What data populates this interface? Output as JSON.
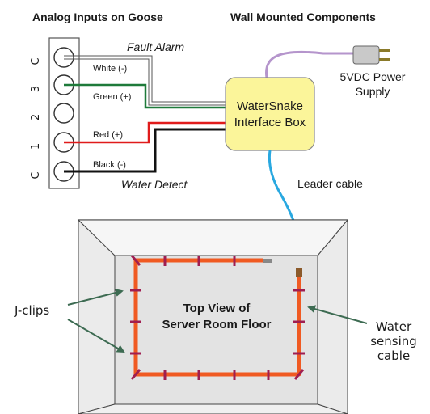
{
  "headings": {
    "left": "Analog Inputs on Goose",
    "right": "Wall Mounted Components"
  },
  "terminal_labels": [
    "C",
    "3",
    "2",
    "1",
    "C"
  ],
  "wires": {
    "white": "White (-)",
    "green": "Green (+)",
    "red": "Red (+)",
    "black": "Black (-)"
  },
  "signals": {
    "fault_alarm": "Fault Alarm",
    "water_detect": "Water Detect"
  },
  "interface_box": {
    "line1": "WaterSnake",
    "line2": "Interface Box"
  },
  "power_supply": {
    "line1": "5VDC Power",
    "line2": "Supply"
  },
  "leader_cable": "Leader cable",
  "floor": {
    "line1": "Top View of",
    "line2": "Server Room Floor"
  },
  "callouts": {
    "jclips": "J-clips",
    "sensing_line1": "Water",
    "sensing_line2": "sensing",
    "sensing_line3": "cable"
  },
  "colors": {
    "box_fill": "#fbf59a",
    "wire_green": "#1e7a3a",
    "wire_red": "#e01b1b",
    "wire_black": "#111111",
    "power_cord": "#b595cc",
    "leader_cable": "#29a8e0",
    "sensing_cable": "#f05a22",
    "jclip": "#a01e50",
    "arrow": "#3d6b52"
  }
}
